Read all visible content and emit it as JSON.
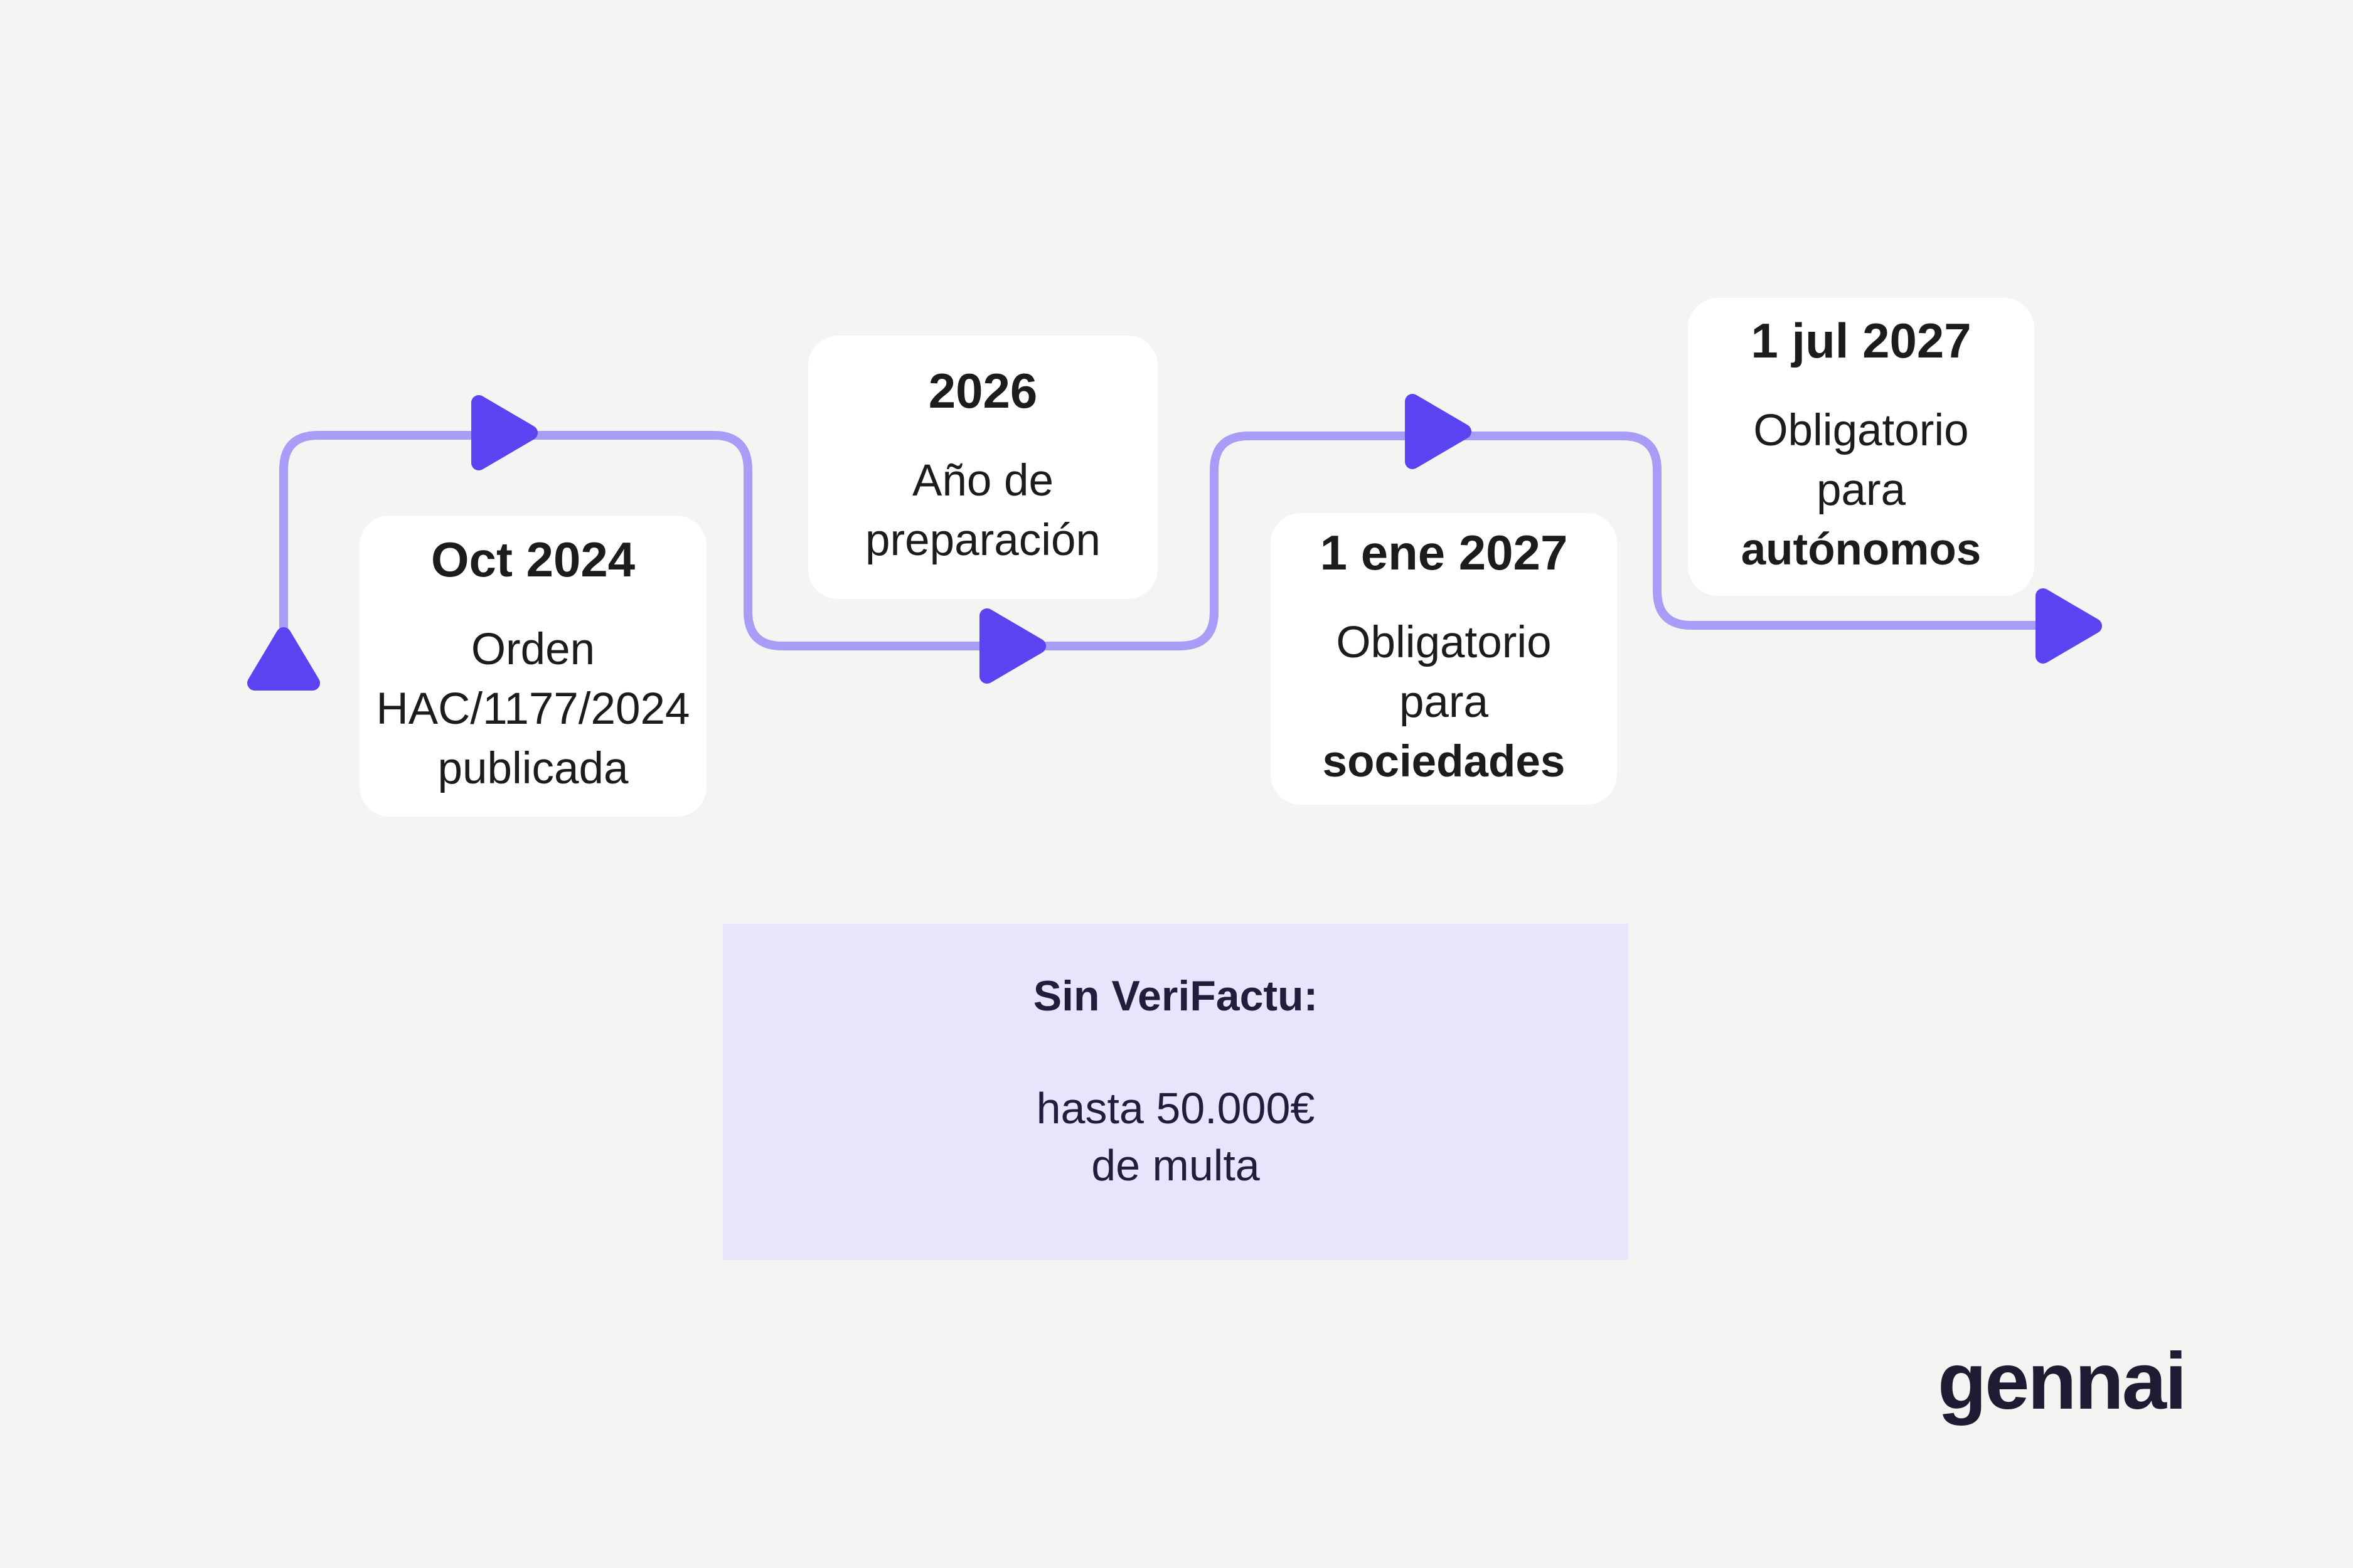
{
  "colors": {
    "background": "#f4f4f3",
    "card": "#ffffff",
    "line": "#a89df6",
    "accent": "#5a44f2",
    "text": "#1c1c1c",
    "highlight_bg": "#e9e4fc",
    "highlight_text": "#221c3d",
    "logo": "#211a33"
  },
  "timeline": {
    "milestones": [
      {
        "title": "Oct 2024",
        "body": [
          "Orden",
          "HAC/1177/2024",
          "publicada"
        ],
        "body_bold": ""
      },
      {
        "title": "2026",
        "body": [
          "Año de",
          "preparación"
        ],
        "body_bold": ""
      },
      {
        "title": "1 ene 2027",
        "body": [
          "Obligatorio",
          "para"
        ],
        "body_bold": "sociedades"
      },
      {
        "title": "1 jul 2027",
        "body": [
          "Obligatorio",
          "para"
        ],
        "body_bold": "autónomos"
      }
    ]
  },
  "highlight_box": {
    "title": "Sin VeriFactu:",
    "line1": "hasta 50.000€",
    "line2": "de multa"
  },
  "footer": {
    "logo_text": "gennai"
  }
}
